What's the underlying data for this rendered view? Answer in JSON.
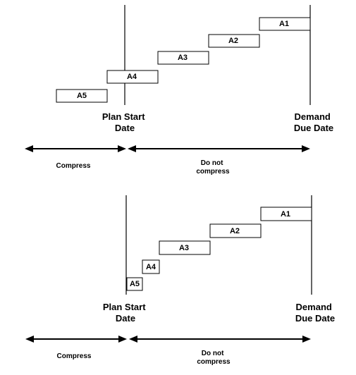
{
  "diagrams": [
    {
      "bars": [
        {
          "label": "A1"
        },
        {
          "label": "A2"
        },
        {
          "label": "A3"
        },
        {
          "label": "A4"
        },
        {
          "label": "A5"
        }
      ],
      "plan_start_label": [
        "Plan Start",
        "Date"
      ],
      "demand_due_label": [
        "Demand",
        "Due Date"
      ],
      "compress_label": [
        "Compress"
      ],
      "do_not_compress_label": [
        "Do not",
        "compress"
      ]
    },
    {
      "bars": [
        {
          "label": "A1"
        },
        {
          "label": "A2"
        },
        {
          "label": "A3"
        },
        {
          "label": "A4"
        },
        {
          "label": "A5"
        }
      ],
      "plan_start_label": [
        "Plan Start",
        "Date"
      ],
      "demand_due_label": [
        "Demand",
        "Due Date"
      ],
      "compress_label": [
        "Compress"
      ],
      "do_not_compress_label": [
        "Do not",
        "compress"
      ]
    }
  ]
}
